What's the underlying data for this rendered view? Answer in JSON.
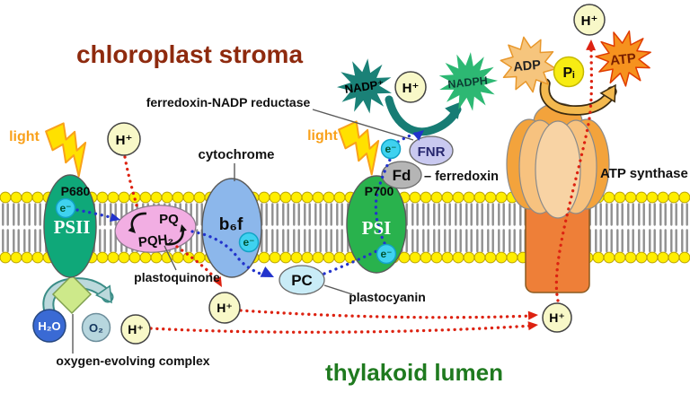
{
  "titles": {
    "stroma": "chloroplast stroma",
    "lumen": "thylakoid lumen"
  },
  "labels": {
    "light_left": "light",
    "light_right": "light",
    "fnr_full": "ferredoxin-NADP reductase",
    "cytochrome": "cytochrome",
    "plastoquinone": "plastoquinone",
    "plastocyanin": "plastocyanin",
    "ferredoxin": "– ferredoxin",
    "oec": "oxygen-evolving complex",
    "atp_synthase": "ATP synthase"
  },
  "complexes": {
    "psii": "PSII",
    "p680": "P680",
    "b6f": "b₆f",
    "psi": "PSI",
    "p700": "P700",
    "pq": "PQ",
    "pqh2": "PQH₂",
    "pc": "PC",
    "fd": "Fd",
    "fnr": "FNR"
  },
  "molecules": {
    "h_plus": "H⁺",
    "electron": "e⁻",
    "h2o": "H₂O",
    "o2": "O₂",
    "nadp": "NADP⁺",
    "nadph": "NADPH",
    "adp": "ADP",
    "pi": "Pᵢ",
    "atp": "ATP"
  },
  "colors": {
    "stroma_text": "#8E2A0E",
    "lumen_text": "#1F7A1F",
    "light": "#F9A11B",
    "membrane_head": "#FFEE00",
    "psii": "#0FA879",
    "psi": "#29B24D",
    "b6f": "#8CB7EB",
    "pq": "#F2AEE3",
    "pc": "#C9ECF7",
    "fd": "#B5B5B5",
    "fnr": "#C9C9F0",
    "atp_synthase": "#EE7F38",
    "atp_head_dark": "#F3A33C",
    "atp_head_mid": "#F7C27F",
    "atp_head_light": "#F8D3A4",
    "electron_path": "#2233CC",
    "proton_path": "#DD2211",
    "nadp_star": "#1A8177",
    "nadph_star": "#2DB873",
    "adp_star": "#F6C57D",
    "atp_star": "#F6921E",
    "teal_arrow": "#177C74",
    "oec_arrow": "#BCD9DC",
    "orange_arrow": "#F3B94F",
    "h_circle": "#F8F8C8",
    "electron_circle": "#3FD2F0",
    "h2o_circle": "#3A6AD4",
    "o2_circle": "#B7D6DE",
    "pi_circle": "#F7EC13",
    "oec_diamond": "#CDE98A"
  }
}
